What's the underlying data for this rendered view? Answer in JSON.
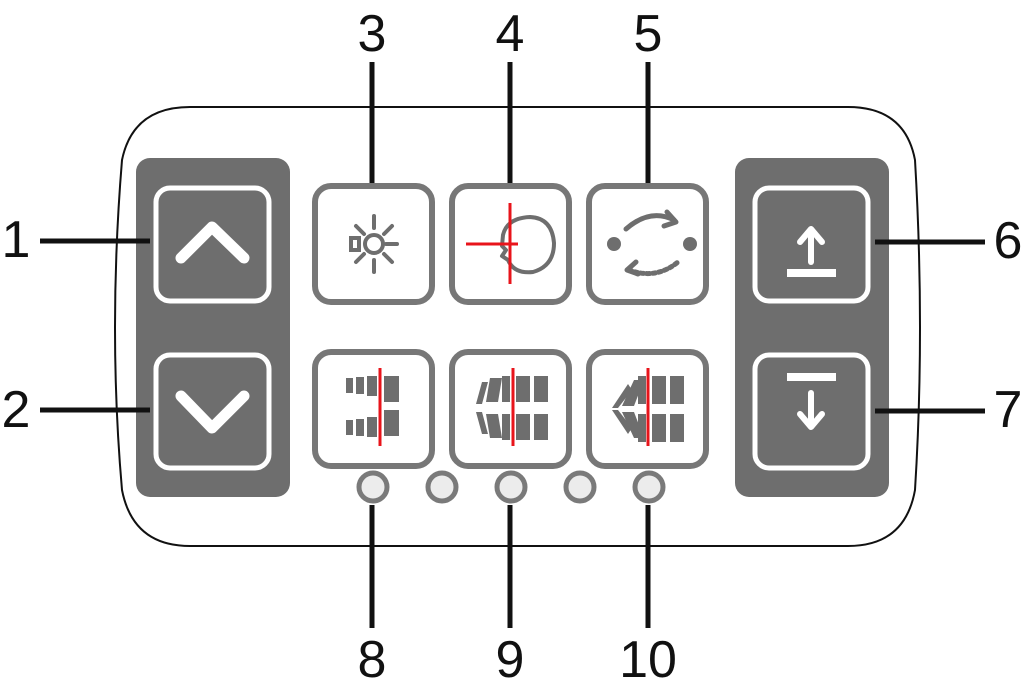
{
  "panel": {
    "name": "control-panel",
    "colors": {
      "outline": "#111111",
      "panel_fill": "#ffffff",
      "side_block": "#6e6e6e",
      "button_face": "#ffffff",
      "button_border": "#777777",
      "dark_button_fill": "#6e6e6e",
      "dark_button_border": "#ffffff",
      "icon_gray": "#6e6e6e",
      "icon_red": "#e8141b",
      "led_fill": "#ececec",
      "led_border": "#7a7a7a",
      "callout_line": "#111111"
    }
  },
  "callouts": [
    {
      "id": "1",
      "label": "1",
      "target": "up-arrow-button"
    },
    {
      "id": "2",
      "label": "2",
      "target": "down-arrow-button"
    },
    {
      "id": "3",
      "label": "3",
      "target": "light-button"
    },
    {
      "id": "4",
      "label": "4",
      "target": "head-align-button"
    },
    {
      "id": "5",
      "label": "5",
      "target": "rotate-button"
    },
    {
      "id": "6",
      "label": "6",
      "target": "raise-button"
    },
    {
      "id": "7",
      "label": "7",
      "target": "lower-button"
    },
    {
      "id": "8",
      "label": "8",
      "target": "jaw-mode-1-button"
    },
    {
      "id": "9",
      "label": "9",
      "target": "jaw-mode-2-button"
    },
    {
      "id": "10",
      "label": "10",
      "target": "jaw-mode-3-button"
    }
  ],
  "buttons": {
    "left": [
      {
        "name": "up-arrow-button",
        "icon": "chevron-up-icon"
      },
      {
        "name": "down-arrow-button",
        "icon": "chevron-down-icon"
      }
    ],
    "right": [
      {
        "name": "raise-button",
        "icon": "arrow-up-to-line-icon"
      },
      {
        "name": "lower-button",
        "icon": "arrow-down-from-line-icon"
      }
    ],
    "top_row": [
      {
        "name": "light-button",
        "icon": "light-burst-icon"
      },
      {
        "name": "head-align-button",
        "icon": "head-crosshair-icon"
      },
      {
        "name": "rotate-button",
        "icon": "rotate-arc-icon"
      }
    ],
    "bottom_row": [
      {
        "name": "jaw-mode-1-button",
        "icon": "teeth-narrow-icon"
      },
      {
        "name": "jaw-mode-2-button",
        "icon": "teeth-medium-icon"
      },
      {
        "name": "jaw-mode-3-button",
        "icon": "teeth-wide-icon"
      }
    ]
  },
  "leds": [
    {
      "name": "led-8",
      "state": "off"
    },
    {
      "name": "led-between-8-9",
      "state": "off"
    },
    {
      "name": "led-9",
      "state": "off"
    },
    {
      "name": "led-between-9-10",
      "state": "off"
    },
    {
      "name": "led-10",
      "state": "off"
    }
  ]
}
